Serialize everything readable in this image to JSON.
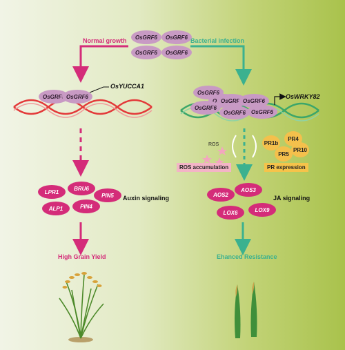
{
  "top": {
    "normal_growth": "Normal growth",
    "bacterial_infection": "Bacterial infection",
    "grf_label": "OsGRF6"
  },
  "left": {
    "grf_label": "OsGRF6",
    "gene": "OsYUCCA1",
    "auxin_genes": [
      "LPR1",
      "BRU6",
      "PIN5",
      "ALP1",
      "PIN4"
    ],
    "auxin_label": "Auxin signaling",
    "outcome": "High Grain Yield"
  },
  "right": {
    "grf_label": "OsGRF6",
    "gene": "OsWRKY82",
    "ros": "ROS",
    "ros_accumulation": "ROS accumulation",
    "pr_proteins": [
      "PR1b",
      "PR4",
      "PR10",
      "PR5"
    ],
    "pr_expression": "PR expression",
    "ja_genes": [
      "AOS2",
      "AOS3",
      "LOX6",
      "LOX9"
    ],
    "ja_label": "JA signaling",
    "outcome": "Ehanced Resistance"
  },
  "colors": {
    "magenta": "#d42c79",
    "teal": "#3bb18f",
    "grf": "#c89ac4",
    "pr": "#f4c04c",
    "ros_box": "#f3b4c6",
    "pr_box": "#f6c34a"
  }
}
